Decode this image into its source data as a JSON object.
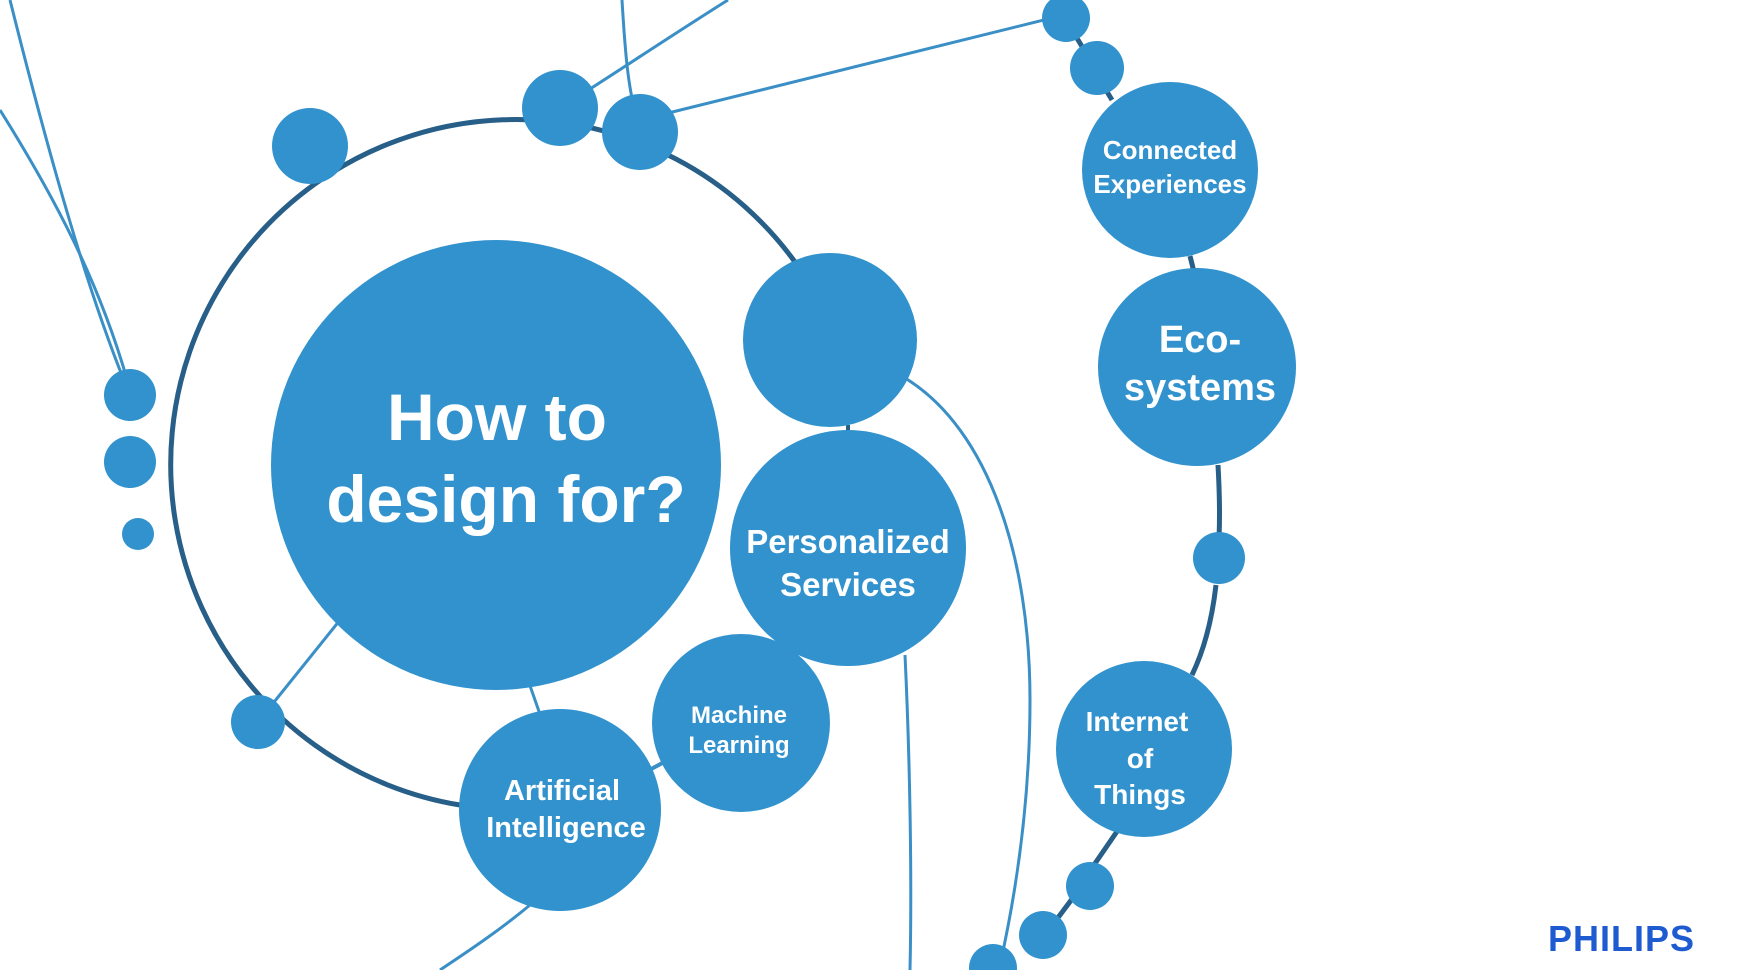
{
  "colors": {
    "node": "#3192cd",
    "ring": "#275f88",
    "connector": "#3a8fc6",
    "label": "#ffffff",
    "brand": "#1e5bd1"
  },
  "nodes": {
    "center": [
      "How to",
      "design for?"
    ],
    "personalized_services": [
      "Personalized",
      "Services"
    ],
    "machine_learning": [
      "Machine",
      "Learning"
    ],
    "artificial_intelligence": [
      "Artificial",
      "Intelligence"
    ],
    "connected_experiences": [
      "Connected",
      "Experiences"
    ],
    "ecosystems": [
      "Eco-",
      "systems"
    ],
    "internet_of_things": [
      "Internet",
      "of",
      "Things"
    ]
  },
  "brand": {
    "logo_text": "PHILIPS"
  }
}
